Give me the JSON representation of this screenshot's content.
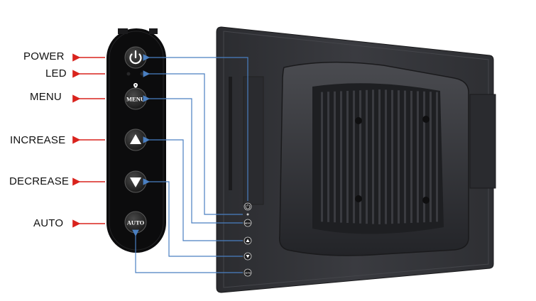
{
  "labels": {
    "power": "POWER",
    "led": "LED",
    "menu": "MENU",
    "increase": "INCREASE",
    "decrease": "DECREASE",
    "auto": "AUTO"
  },
  "buttons": {
    "menu_text": "MENU",
    "auto_text": "AUTO"
  },
  "side_buttons": {
    "menu_text": "MENU",
    "auto_text": "AUTO"
  },
  "colors": {
    "arrow_red": "#d9231d",
    "connector_blue": "#4a7fc1",
    "panel_black": "#0d0d0d",
    "button_grey": "#2e2e2e",
    "icon_white": "#ffffff"
  },
  "icons": {
    "power": "power-icon",
    "menu": "menu-icon",
    "increase": "triangle-up-icon",
    "decrease": "triangle-down-icon",
    "auto": "auto-icon"
  }
}
